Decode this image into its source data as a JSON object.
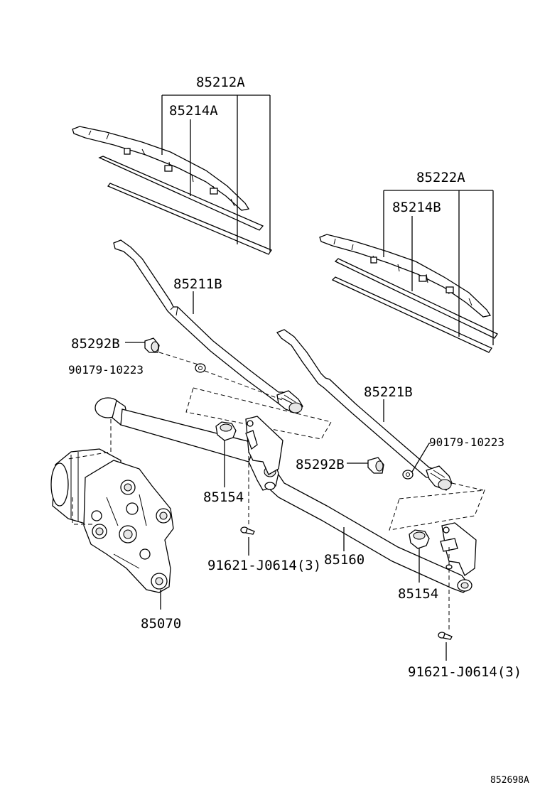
{
  "labels": {
    "blade_assembly_right": "85212A",
    "blade_rubber_right": "85214A",
    "blade_assembly_left": "85222A",
    "blade_rubber_left": "85214B",
    "arm_right": "85211B",
    "arm_left": "85221B",
    "cap_right": "85292B",
    "cap_left": "85292B",
    "nut_right": "90179-10223",
    "nut_left": "90179-10223",
    "pivot_right": "85154",
    "pivot_left": "85154",
    "bolt_right": "91621-J0614(3)",
    "bolt_left": "91621-J0614(3)",
    "link": "85160",
    "motor": "85070",
    "figure_code": "852698A"
  }
}
